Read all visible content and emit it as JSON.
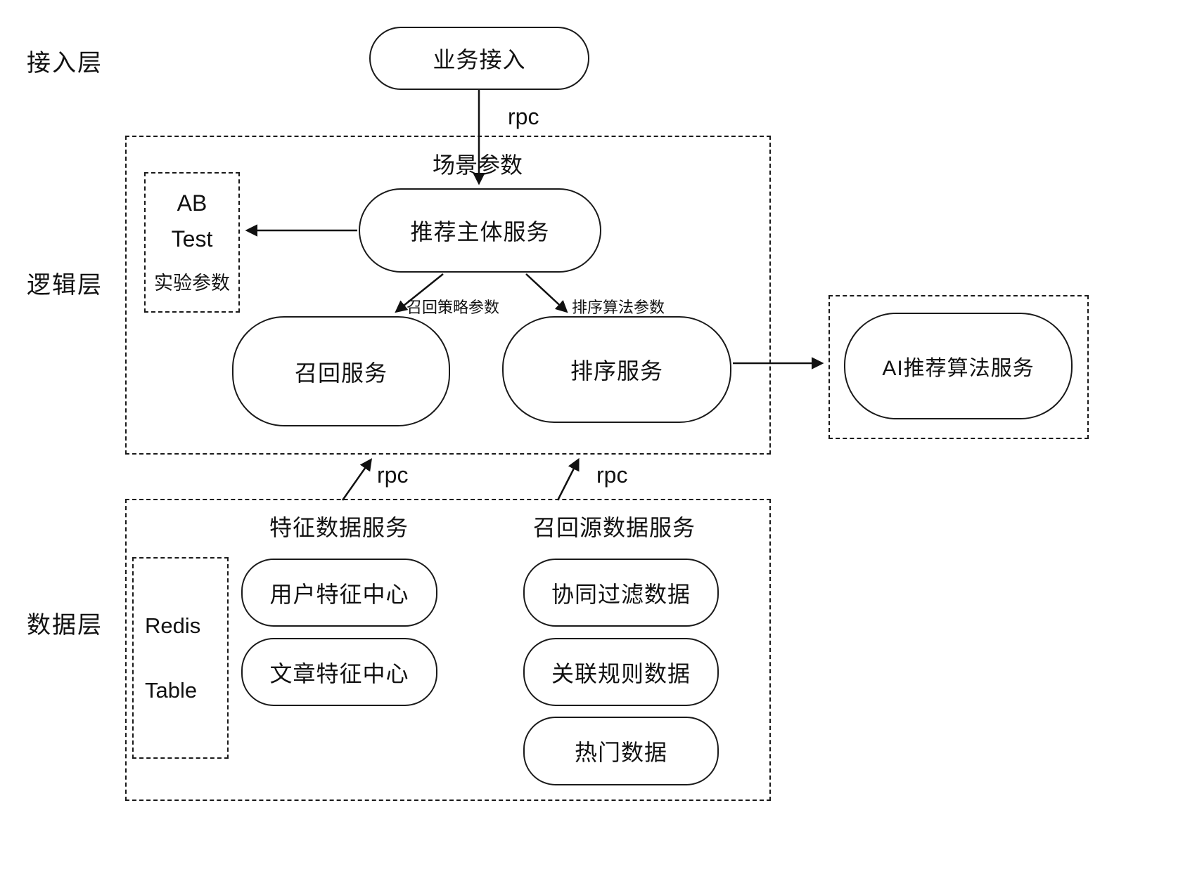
{
  "layers": {
    "access_label": "接入层",
    "logic_label": "逻辑层",
    "data_label": "数据层"
  },
  "nodes": {
    "business_access": "业务接入",
    "main_service": "推荐主体服务",
    "ab_test": {
      "line1": "AB",
      "line2": "Test",
      "line3": "实验参数"
    },
    "recall_service": "召回服务",
    "ranking_service": "排序服务",
    "ai_service": "AI推荐算法服务",
    "redis_table": {
      "line1": "Redis",
      "line2": "Table"
    },
    "user_feature_center": "用户特征中心",
    "article_feature_center": "文章特征中心",
    "collaborative_filtering_data": "协同过滤数据",
    "association_rule_data": "关联规则数据",
    "hot_data": "热门数据"
  },
  "group_titles": {
    "feature_data_service": "特征数据服务",
    "recall_source_data_service": "召回源数据服务"
  },
  "edge_labels": {
    "rpc_top": "rpc",
    "scene_params": "场景参数",
    "recall_strategy_params": "召回策略参数",
    "ranking_algorithm_params": "排序算法参数",
    "rpc_feature_data": "rpc",
    "rpc_recall_source": "rpc"
  }
}
